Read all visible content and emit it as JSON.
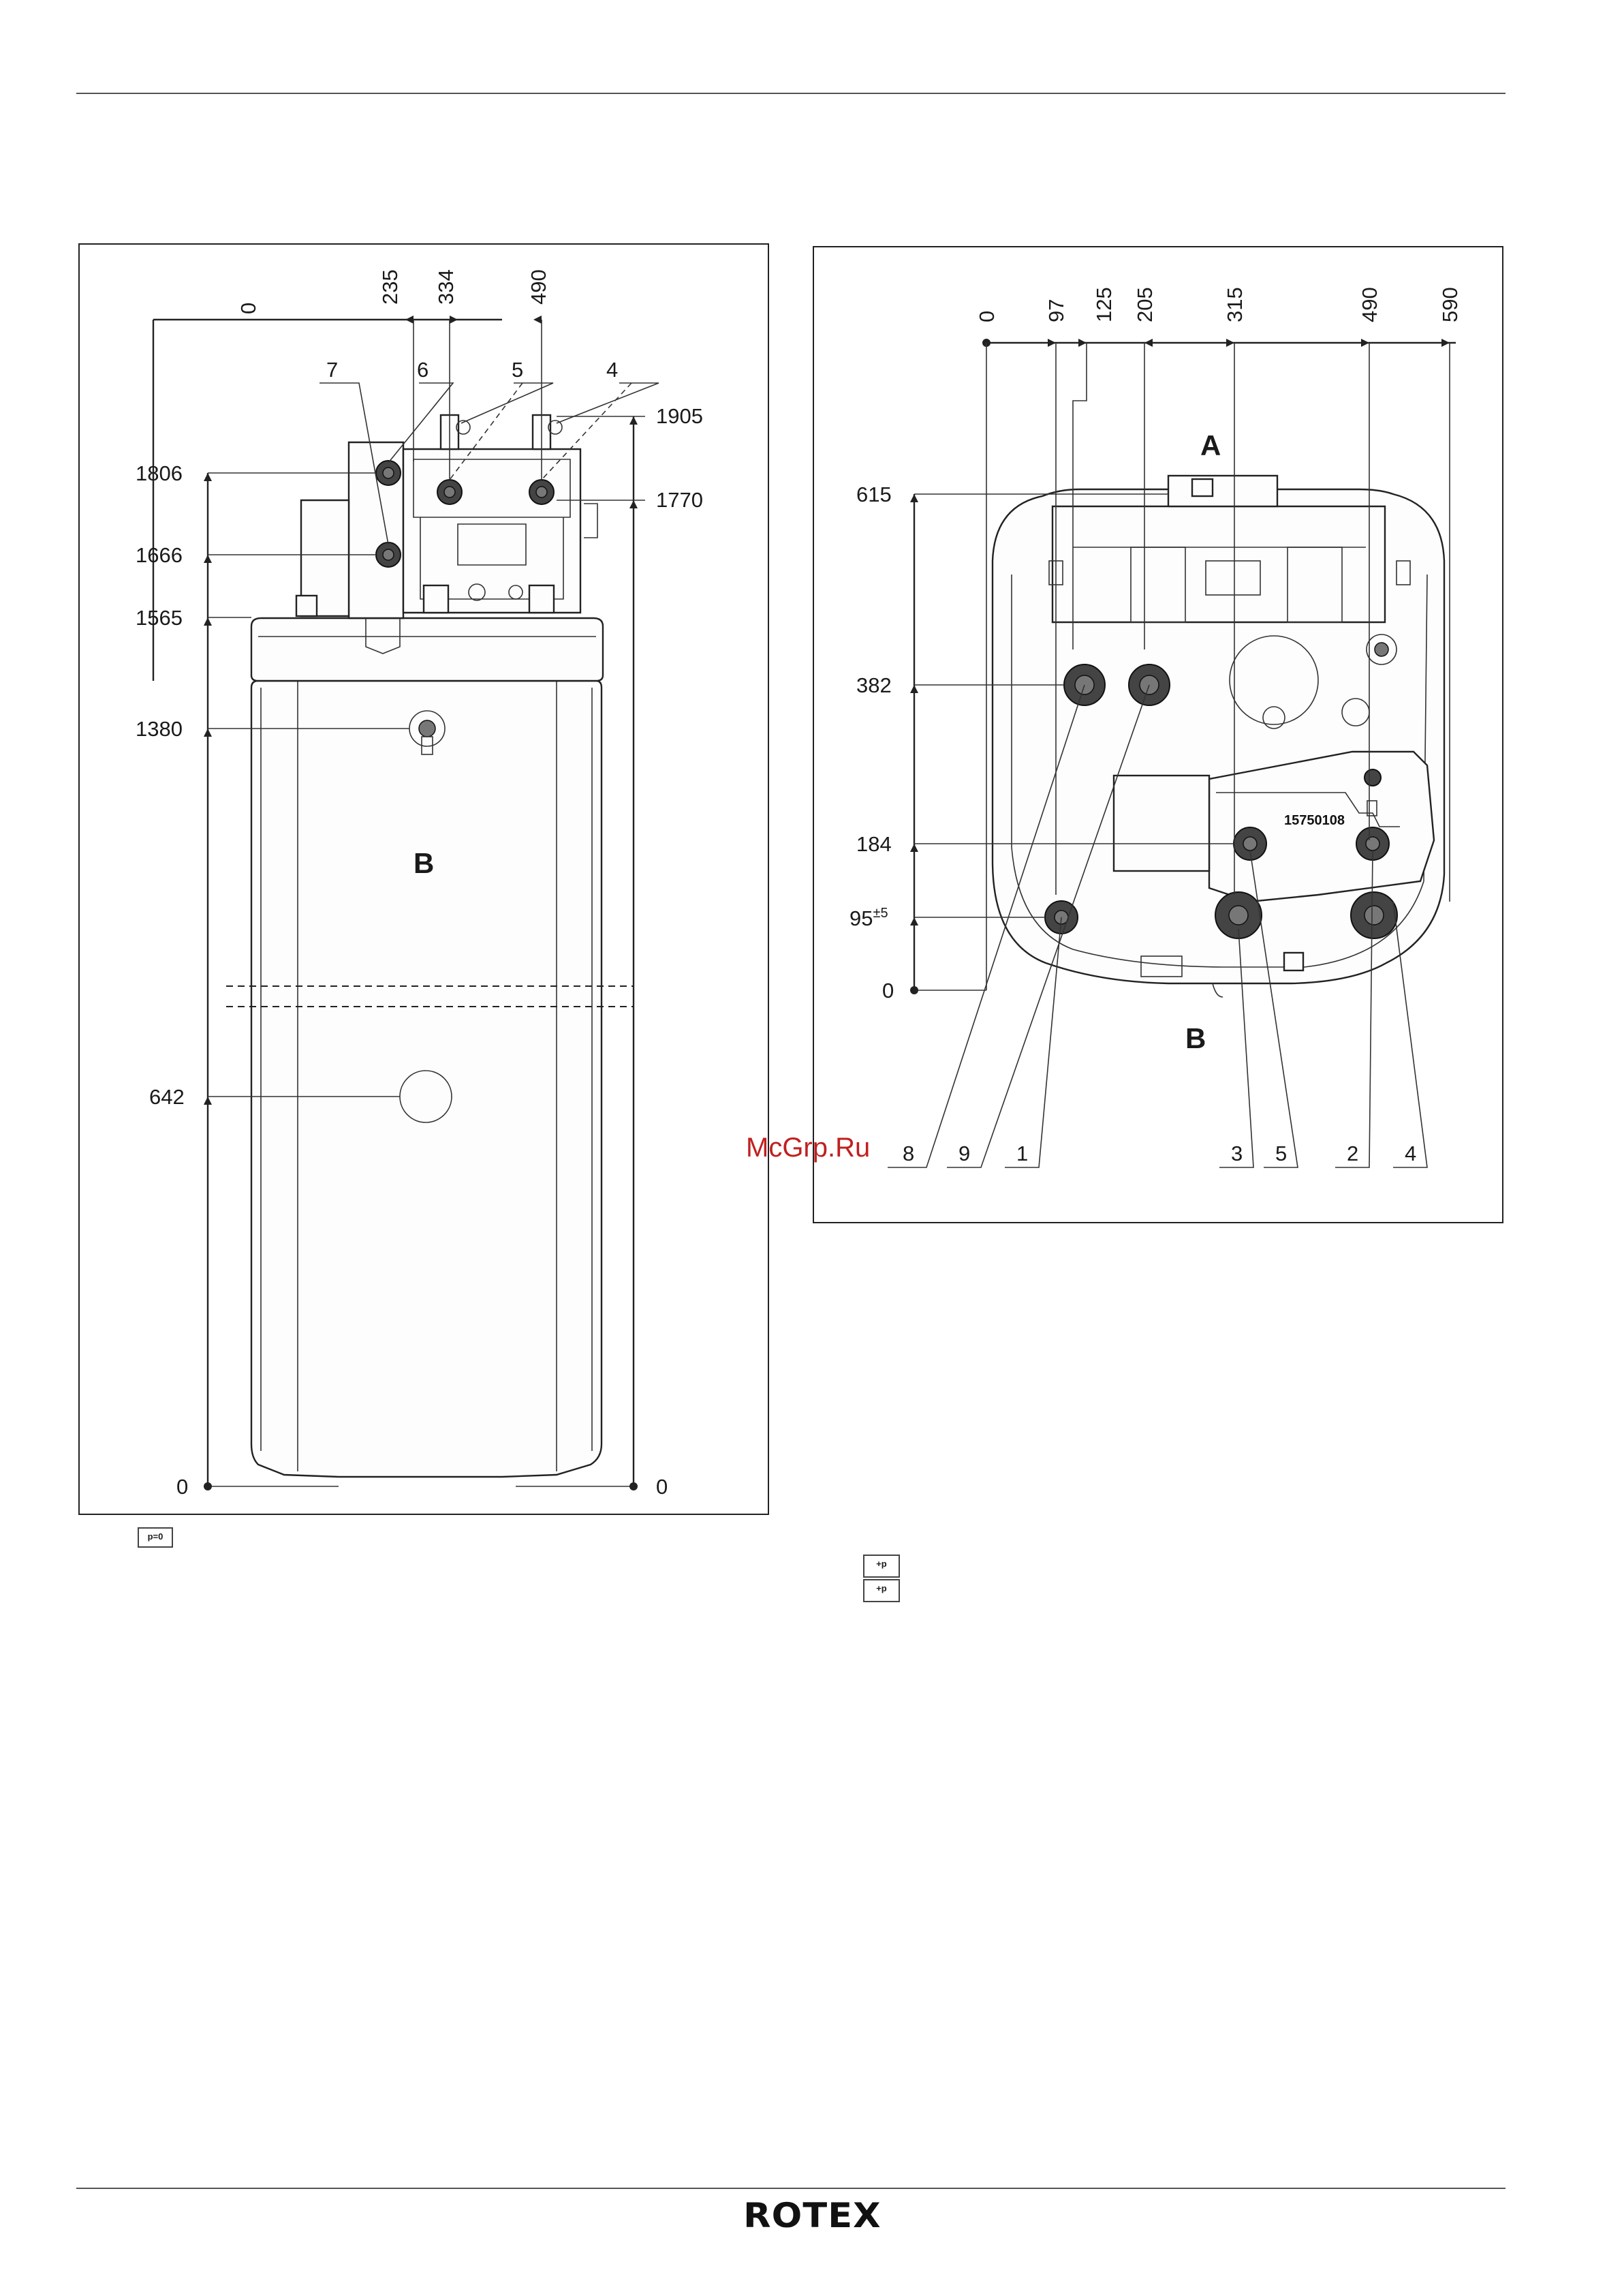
{
  "left_view": {
    "top_dims": [
      "0",
      "235",
      "334",
      "490"
    ],
    "left_dims": [
      "1806",
      "1666",
      "1565",
      "1380",
      "642",
      "0"
    ],
    "right_dims": [
      "1905",
      "1770",
      "0"
    ],
    "callouts": [
      "7",
      "6",
      "5",
      "4"
    ],
    "zone_label": "B"
  },
  "right_view": {
    "top_dims": [
      "0",
      "97",
      "125",
      "205",
      "315",
      "490",
      "590"
    ],
    "left_dims": [
      "615",
      "382",
      "184",
      "95",
      "0"
    ],
    "tolerance": "±5",
    "bottom_callouts": [
      "8",
      "9",
      "1",
      "3",
      "5",
      "2",
      "4"
    ],
    "zone_label_a": "A",
    "zone_label_b": "B",
    "part_number": "15750108"
  },
  "symbols": {
    "pressure_zero": "p=0",
    "pressure_plus": "+p"
  },
  "watermark": "McGrp.Ru",
  "brand": "ROTEX",
  "colors": {
    "watermark": "#c02020",
    "line": "#222222"
  }
}
